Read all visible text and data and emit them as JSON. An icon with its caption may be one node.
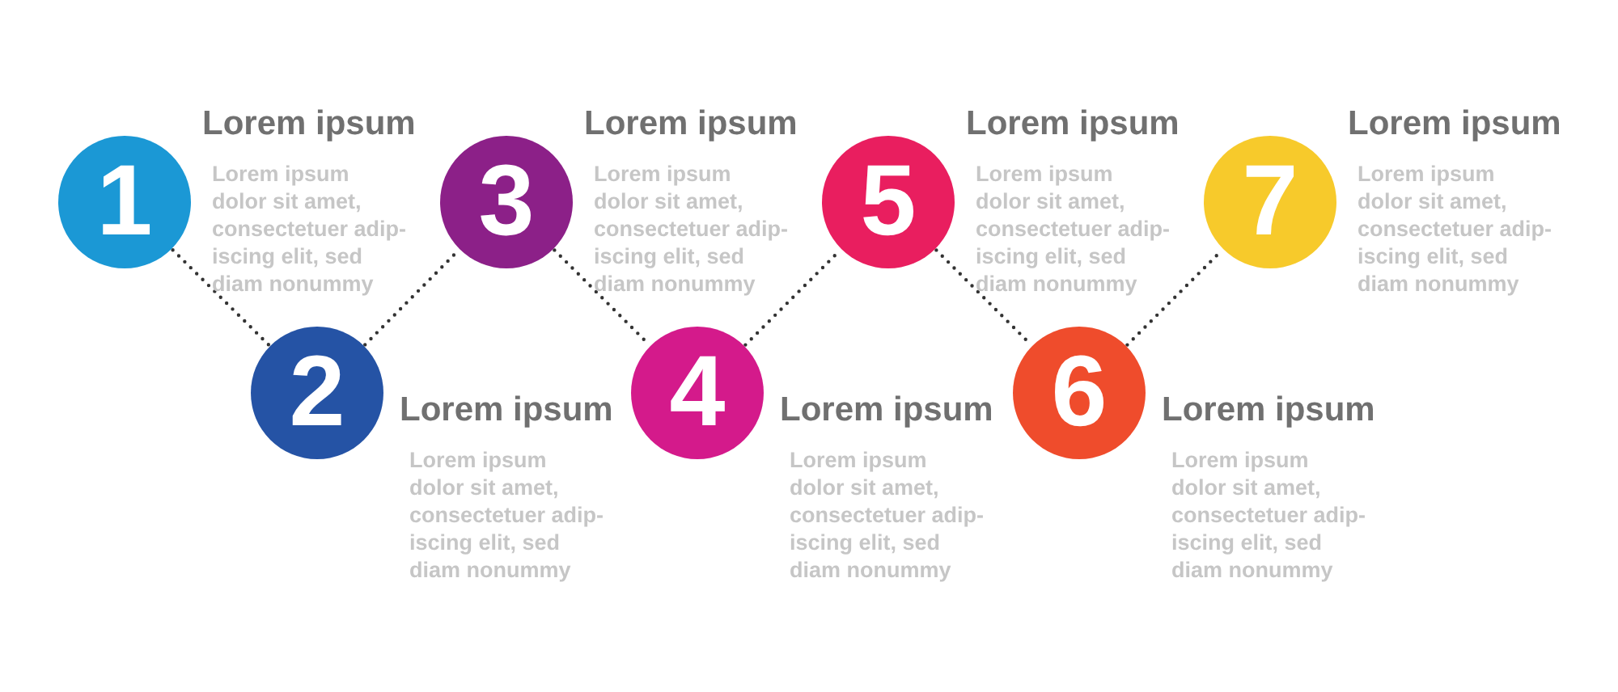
{
  "diagram": {
    "nodes": [
      {
        "text": [
          "1",
          "Lorem ipsum",
          "Lorem ipsum dolor sit amet, consectetuer adip-iscing elit, sed diam nonummy"
        ]
      },
      {
        "text": [
          "2",
          "Lorem ipsum",
          "Lorem ipsum dolor sit amet, consectetuer adip-iscing elit, sed diam nonummy"
        ]
      },
      {
        "text": [
          "3",
          "Lorem ipsum",
          "Lorem ipsum dolor sit amet, consectetuer adip-iscing elit, sed diam nonummy"
        ]
      },
      {
        "text": [
          "4",
          "Lorem ipsum",
          "Lorem ipsum dolor sit amet, consectetuer adip-iscing elit, sed diam nonummy"
        ]
      },
      {
        "text": [
          "5",
          "Lorem ipsum",
          "Lorem ipsum dolor sit amet, consectetuer adip-iscing elit, sed diam nonummy"
        ]
      },
      {
        "text": [
          "6",
          "Lorem ipsum",
          "Lorem ipsum dolor sit amet, consectetuer adip-iscing elit, sed diam nonummy"
        ]
      },
      {
        "text": [
          "7",
          "Lorem ipsum",
          "Lorem ipsum dolor sit amet, consectetuer adip-iscing elit, sed diam nonummy"
        ]
      }
    ],
    "edges": [
      {
        "from": 0,
        "to": 1,
        "arrow": "none",
        "style": "dashed"
      },
      {
        "from": 1,
        "to": 2,
        "arrow": "none",
        "style": "dashed"
      },
      {
        "from": 2,
        "to": 3,
        "arrow": "none",
        "style": "dashed"
      },
      {
        "from": 3,
        "to": 4,
        "arrow": "none",
        "style": "dashed"
      },
      {
        "from": 4,
        "to": 5,
        "arrow": "none",
        "style": "dashed"
      },
      {
        "from": 5,
        "to": 6,
        "arrow": "none",
        "style": "dashed"
      }
    ]
  }
}
